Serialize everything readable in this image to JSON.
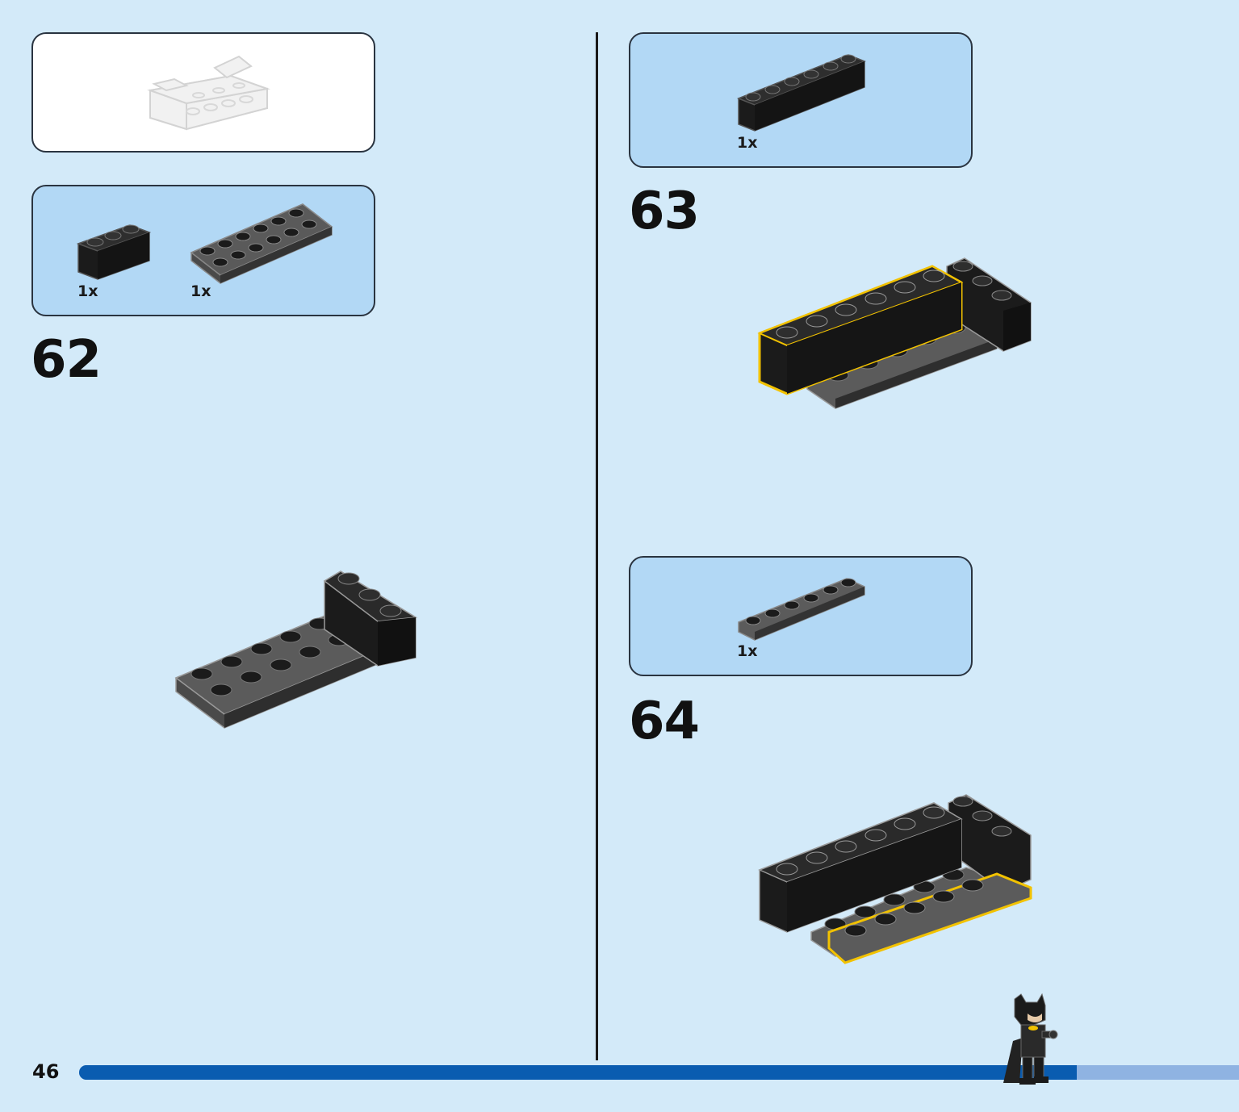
{
  "page": {
    "number": "46"
  },
  "steps": [
    {
      "number": "62",
      "parts": [
        {
          "qty": "1x",
          "part": "brick-1x3-black"
        },
        {
          "qty": "1x",
          "part": "plate-2x6-black"
        }
      ]
    },
    {
      "number": "63",
      "parts": [
        {
          "qty": "1x",
          "part": "brick-1x6-black"
        }
      ]
    },
    {
      "number": "64",
      "parts": [
        {
          "qty": "1x",
          "part": "plate-1x6-dark-gray"
        }
      ]
    }
  ],
  "progress": {
    "fraction": 0.86
  },
  "colors": {
    "background": "#d3eaf9",
    "parts_box": "#b2d8f5",
    "brick": "#1b1b1b",
    "plate": "#4a4a4a",
    "highlight": "#f2c200",
    "progress_fill": "#0a5cb0",
    "progress_track": "#8fb3e2"
  },
  "icons": [
    "context-model-icon",
    "brick-1x3-icon",
    "plate-2x6-icon",
    "brick-1x6-icon",
    "plate-1x6-icon",
    "minifigure-icon"
  ]
}
